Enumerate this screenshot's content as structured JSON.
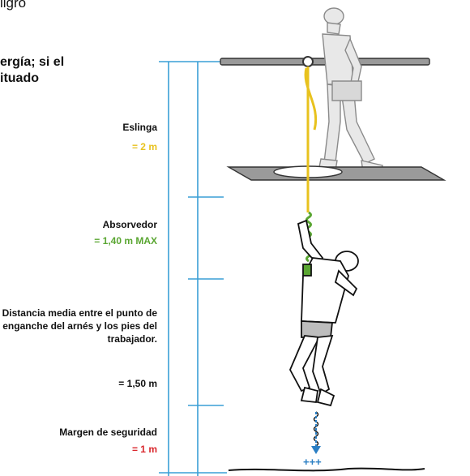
{
  "heading": {
    "line1": "ligro",
    "line2a": "ergía; si el",
    "line2b": "ituado"
  },
  "labels": {
    "eslinga": "Eslinga",
    "eslinga_value": "= 2 m",
    "absorvedor": "Absorvedor",
    "absorvedor_value": "= 1,40 m MAX",
    "distancia": "Distancia media entre el punto de enganche del arnés y los pies del trabajador.",
    "distancia_value": "= 1,50 m",
    "margen": "Margen de seguridad",
    "margen_value": "= 1 m"
  },
  "markers": {
    "impact": "+++"
  },
  "colors": {
    "measure_blue": "#3a9fd6",
    "lanyard_yellow": "#e8c21e",
    "absorber_green": "#5aa632",
    "safety_red": "#d9262c",
    "arrow_blue": "#2b7fc4"
  }
}
